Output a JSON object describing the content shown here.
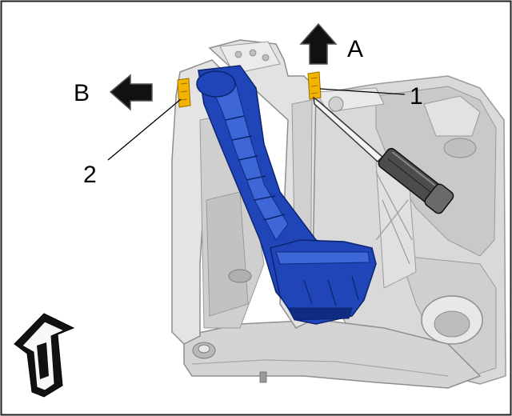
{
  "labels": {
    "arrow_a": "A",
    "arrow_b": "B",
    "callout_1": "1",
    "callout_2": "2"
  },
  "colors": {
    "pedal": "#1f45b8",
    "pedal_dark": "#0f2c82",
    "pedal_light": "#3d66d6",
    "bracket": "#dcdcdc",
    "bracket_shadow": "#b4b4b4",
    "bracket_dark": "#8e8e8e",
    "clip": "#f2b400",
    "arrow": "#111111",
    "frame": "#222222"
  },
  "icons": {
    "screwdriver": "screwdriver-icon",
    "direction_arrow_a": "arrow-up-icon",
    "direction_arrow_b": "arrow-left-icon",
    "vehicle_forward": "vehicle-direction-arrow-icon"
  }
}
